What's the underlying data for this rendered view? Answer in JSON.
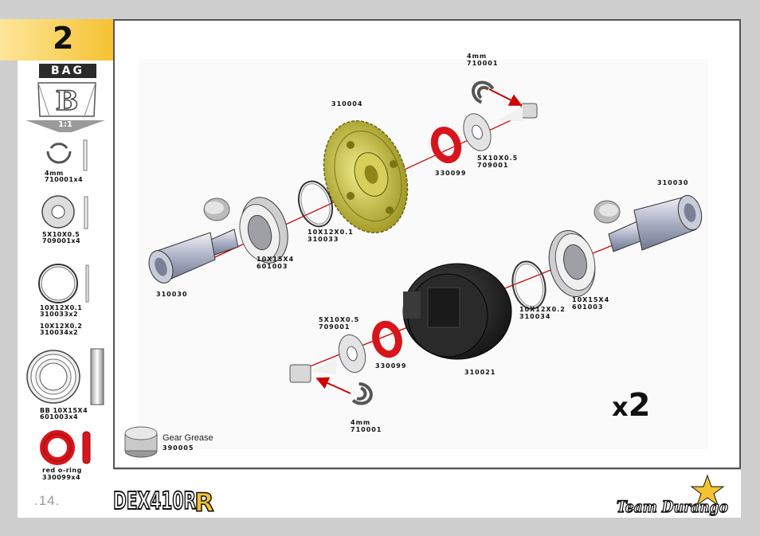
{
  "step": {
    "number": "2"
  },
  "bag": {
    "label": "BAG",
    "letter": "B",
    "scale": "1:1"
  },
  "sidebar_parts": [
    {
      "size": "4mm",
      "code": "710001x4"
    },
    {
      "size": "5X10X0.5",
      "code": "709001x4"
    },
    {
      "size": "10X12X0.1",
      "code": "310033x2"
    },
    {
      "size": "10X12X0.2",
      "code": "310034x2"
    },
    {
      "size": "BB 10X15X4",
      "code": "601003x4"
    },
    {
      "size": "red o-ring",
      "code": "330099x4"
    }
  ],
  "diagram": {
    "labels": {
      "clip_top": {
        "size": "4mm",
        "code": "710001"
      },
      "gear": "310004",
      "oring_top": "330099",
      "shim_top": {
        "size": "5X10X0.5",
        "code": "709001"
      },
      "shim_thin_top": {
        "size": "10X12X0.1",
        "code": "310033"
      },
      "bearing_left": {
        "size": "10X15X4",
        "code": "601003"
      },
      "outdrive_left": "310030",
      "outdrive_right": "310030",
      "shim_thin_right": {
        "size": "10X12X0.2",
        "code": "310034"
      },
      "bearing_right": {
        "size": "10X15X4",
        "code": "601003"
      },
      "shim_bottom": {
        "size": "5X10X0.5",
        "code": "709001"
      },
      "oring_bottom": "330099",
      "case": "310021",
      "clip_bottom": {
        "size": "4mm",
        "code": "710001"
      }
    },
    "quantity": {
      "prefix": "x",
      "number": "2"
    },
    "grease": {
      "label": "Gear Grease",
      "code": "390005"
    }
  },
  "footer": {
    "page": ".14.",
    "product_logo": "DEX410R",
    "brand_logo": "Team Durango"
  },
  "colors": {
    "accent_yellow": "#f5c232",
    "oring_red": "#d8151c",
    "gear_gold": "#c9c23a",
    "arrow_red": "#d00000"
  }
}
